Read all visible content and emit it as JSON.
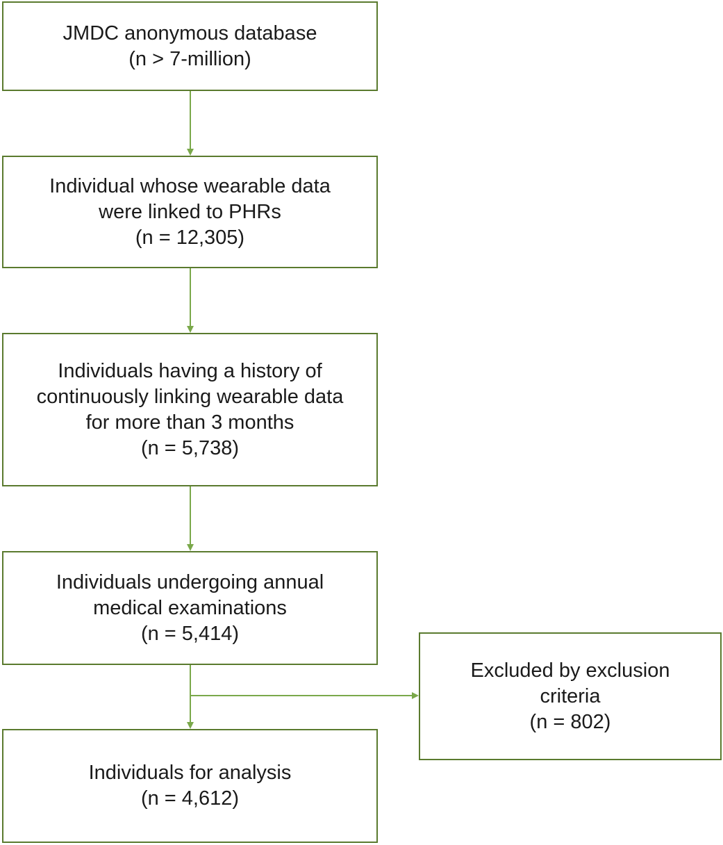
{
  "flowchart": {
    "steps": [
      {
        "lines": [
          "JMDC anonymous database",
          "(n > 7-million)"
        ]
      },
      {
        "lines": [
          "Individual whose wearable data",
          "were linked to PHRs",
          "(n = 12,305)"
        ]
      },
      {
        "lines": [
          "Individuals having a history of",
          "continuously linking wearable data",
          "for more than 3 months",
          "(n = 5,738)"
        ]
      },
      {
        "lines": [
          "Individuals undergoing annual",
          "medical examinations",
          "(n = 5,414)"
        ]
      },
      {
        "lines": [
          "Individuals for analysis",
          "(n = 4,612)"
        ]
      }
    ],
    "excluded": {
      "lines": [
        "Excluded by exclusion",
        "criteria",
        "(n = 802)"
      ]
    },
    "colors": {
      "border": "#5a7a2e",
      "arrow": "#7aa84a"
    }
  }
}
